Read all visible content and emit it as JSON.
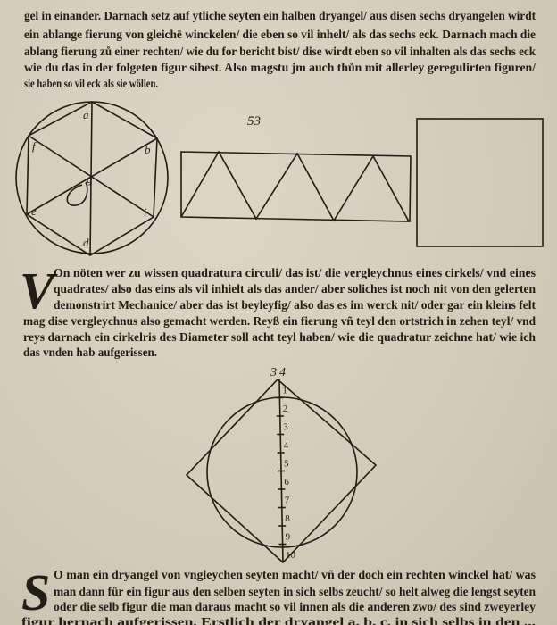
{
  "page_number": "53",
  "paragraph_1": {
    "lines": [
      "gel in einander. Darnach setz auf ytliche seyten ein halben dryangel/ aus disen sechs dryangelen wirdt",
      "ein ablange fierung von gleichē winckelen/ die eben so vil inhelt/ als das sechs eck. Darnach mach die",
      "ablang fierung zů einer rechten/ wie du for bericht bist/ dise wirdt eben so vil inhalten als das sechs eck",
      "wie du das in der folgeten figur sihest. Also magstu jm auch thůn mit allerley geregulirten figuren/",
      "sie haben so vil eck als sie wöllen."
    ]
  },
  "hexagon_figure": {
    "labels": [
      "a",
      "b",
      "i",
      "d",
      "e",
      "f",
      "g"
    ]
  },
  "paragraph_2": {
    "drop_cap": "V",
    "lines": [
      "On nöten wer zu wissen quadratura circuli/ das ist/ die vergleychnus eines cirkels/ vnd eines",
      "quadrates/ also das eins als vil inhielt als das ander/ aber soliches ist noch nit von den gelerten",
      "demonstrirt Mechanice/ aber das ist beyleyfig/ also das es im werck nit/ oder gar ein kleins felt",
      "mag dise vergleychnus also gemacht werden. Reyß ein fierung vñ teyl den ortstrich in zehen teyl/ vnd",
      "reys darnach ein cirkelris des Diameter soll acht teyl haben/ wie die quadratur zeichne hat/ wie ich",
      "das vnden hab aufgerissen."
    ]
  },
  "quadrature_figure": {
    "top_labels": [
      "3",
      "4"
    ],
    "scale_numbers": [
      "1",
      "2",
      "3",
      "4",
      "5",
      "6",
      "7",
      "8",
      "9",
      "10"
    ]
  },
  "paragraph_3": {
    "drop_cap": "S",
    "lines": [
      "O man ein dryangel von vngleychen seyten macht/ vñ der doch ein rechten winckel hat/ was",
      "man dann für ein figur aus den selben seyten in sich selbs zeucht/ so helt alweg die lengst seyten",
      "oder die selb figur die man daraus macht so vil innen als die anderen zwo/ des sind zweyerley",
      "figur hernach aufgerissen. Erstlich der dryangel a. b. c. in sich selbs in den ..."
    ]
  }
}
